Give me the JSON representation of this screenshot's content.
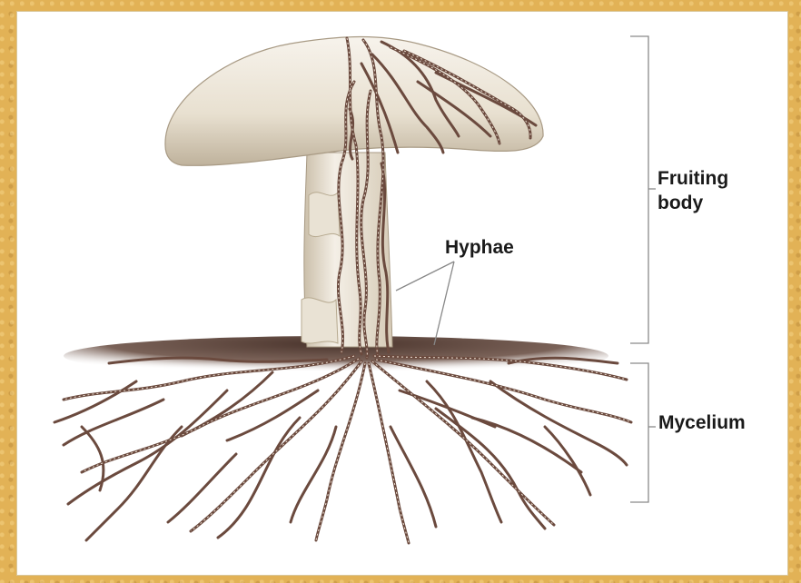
{
  "diagram": {
    "labels": {
      "hyphae": "Hyphae",
      "fruiting_body_line1": "Fruiting",
      "fruiting_body_line2": "body",
      "mycelium": "Mycelium"
    },
    "colors": {
      "frame": "#e2b256",
      "cap": "#ede6d8",
      "hypha": "#6b4a3e",
      "soil": "#5a4038",
      "bracket": "#8a8a8a"
    }
  }
}
